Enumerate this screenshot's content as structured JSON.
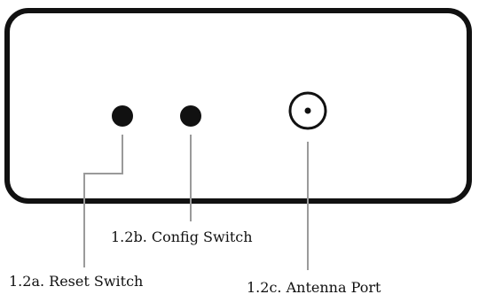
{
  "diagram": {
    "labels": {
      "reset_switch": "1.2a. Reset Switch",
      "config_switch": "1.2b. Config Switch",
      "antenna_port": "1.2c. Antenna Port"
    },
    "colors": {
      "outline": "#111111",
      "leader_line": "#9a9a9a",
      "background": "#ffffff"
    }
  }
}
